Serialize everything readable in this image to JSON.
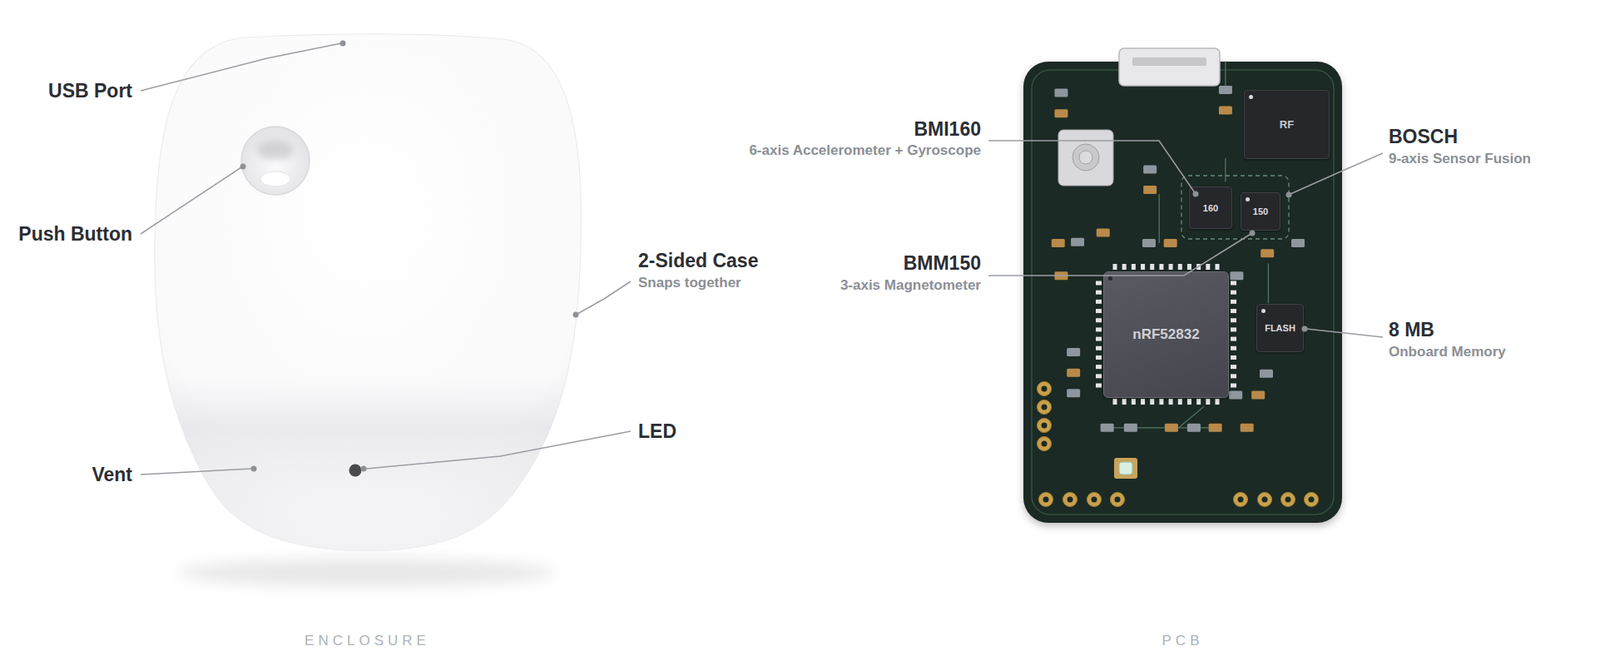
{
  "diagram": {
    "nodes": [
      {
        "text": [
          "ENCLOSURE"
        ]
      },
      {
        "text": [
          "PCB"
        ]
      },
      {
        "text": [
          "RF"
        ],
        "in": 1
      },
      {
        "text": [
          "160"
        ],
        "in": 1
      },
      {
        "text": [
          "150"
        ],
        "in": 1
      },
      {
        "text": [
          "nRF52832"
        ],
        "in": 1
      },
      {
        "text": [
          "FLASH"
        ],
        "in": 1
      }
    ],
    "labels": [
      "USB Port",
      "Push Button",
      "2-Sided Case",
      "Snaps together",
      "Vent",
      "LED",
      "BMI160",
      "6-axis Accelerometer + Gyroscope",
      "BOSCH",
      "9-axis Sensor Fusion",
      "BMM150",
      "3-axis Magnetometer",
      "8 MB",
      "Onboard Memory"
    ]
  }
}
